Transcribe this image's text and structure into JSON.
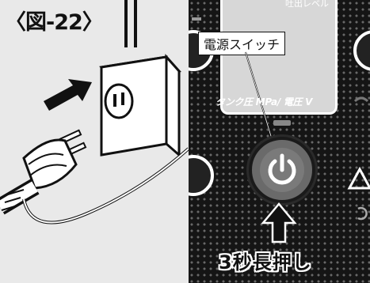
{
  "figure": {
    "label": "〈図-22〉"
  },
  "device": {
    "screen_top_text": "吐出レベル",
    "callout_label": "電源スイッチ",
    "tank_label": "タンク圧 MPa/ 電圧 V",
    "instruction": "3秒長押し"
  },
  "icons": [
    "arrow-right-icon",
    "outlet-icon",
    "plug-icon",
    "power-icon",
    "arrow-up-icon",
    "warning-icon"
  ],
  "colors": {
    "panel_bg": "#151515",
    "screen_bg": "#d7d7d7",
    "left_bg": "#e9e9e9"
  }
}
